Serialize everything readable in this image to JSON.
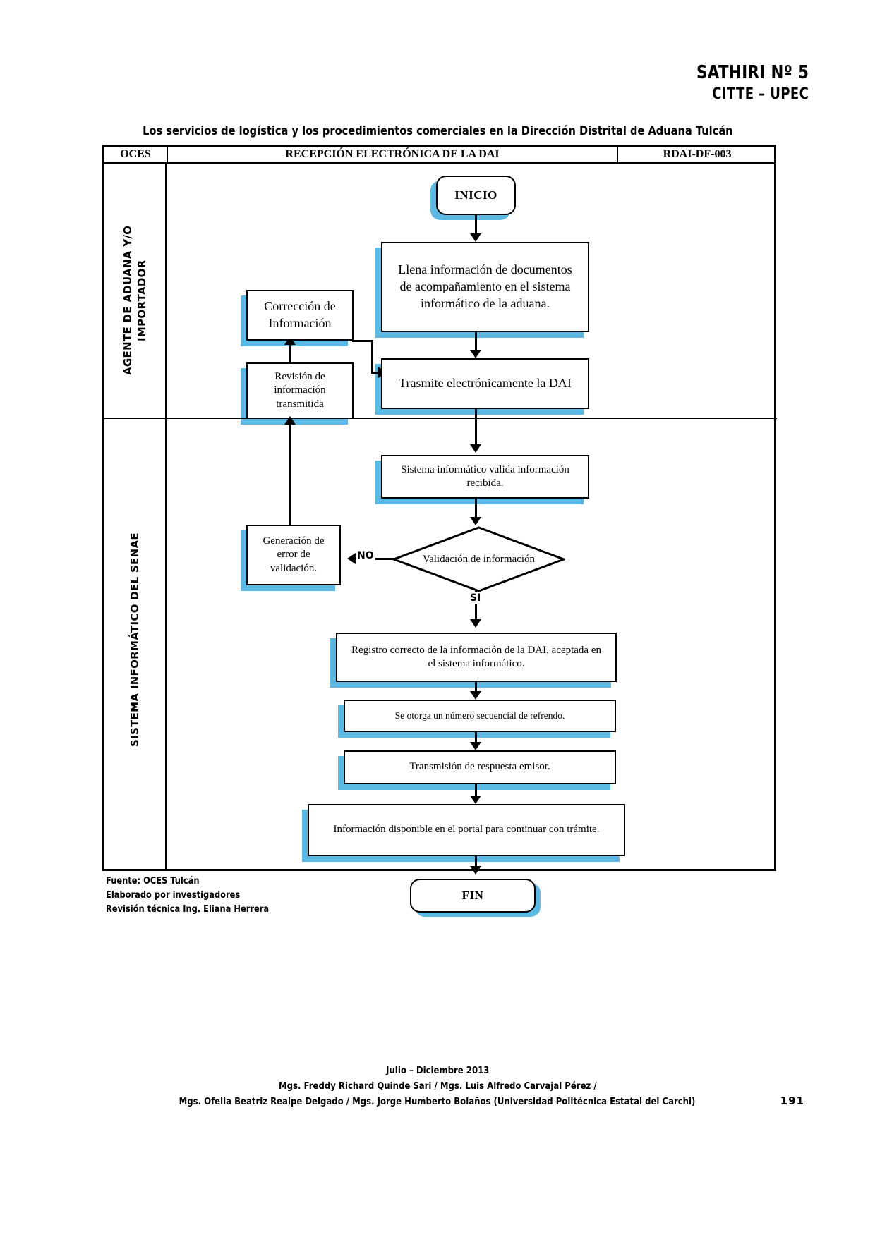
{
  "header": {
    "journal": "SATHIRI Nº 5",
    "institution": "CITTE – UPEC"
  },
  "document_title": "Los servicios de logística y los procedimientos comerciales en la Dirección Distrital de Aduana Tulcán",
  "table_header": {
    "org": "OCES",
    "process": "RECEPCIÓN  ELECTRÓNICA  DE LA DAI",
    "code": "RDAI-DF-003"
  },
  "lanes": [
    {
      "label": "AGENTE DE ADUANA Y/O\nIMPORTADOR"
    },
    {
      "label": "SISTEMA INFORMÁTICO  DEL SENAE"
    }
  ],
  "flow": {
    "nodes": [
      {
        "id": "inicio",
        "type": "terminator",
        "text": "INICIO"
      },
      {
        "id": "llena",
        "type": "process",
        "text": "Llena información de documentos de acompañamiento en el sistema informático de la aduana."
      },
      {
        "id": "correccion",
        "type": "process",
        "text": "Corrección   de Información"
      },
      {
        "id": "trasmite",
        "type": "process",
        "text": "Trasmite electrónicamente la DAI"
      },
      {
        "id": "revision",
        "type": "process",
        "text": "Revisión de información transmitida"
      },
      {
        "id": "valida",
        "type": "process",
        "text": "Sistema informático  valida información  recibida."
      },
      {
        "id": "decision",
        "type": "decision",
        "text": "Validación  de información"
      },
      {
        "id": "error",
        "type": "process",
        "text": "Generación de error de validación."
      },
      {
        "id": "registro",
        "type": "process",
        "text": "Registro correcto   de la información  de la DAI, aceptada  en el sistema informático."
      },
      {
        "id": "refrendo",
        "type": "process",
        "text": "Se otorga un número secuencial de refrendo."
      },
      {
        "id": "transmision",
        "type": "process",
        "text": "Transmisión de respuesta emisor."
      },
      {
        "id": "portal",
        "type": "process",
        "text": "Información disponible en el portal  para continuar con  trámite."
      },
      {
        "id": "fin",
        "type": "terminator",
        "text": "FIN"
      }
    ],
    "edge_labels": {
      "no": "NO",
      "si": "SI"
    },
    "shadow_color": "#5CB9E3"
  },
  "notes": [
    "Fuente:  OCES Tulcán",
    "Elaborado  por investigadores",
    "Revisión   técnica  Ing. Eliana  Herrera"
  ],
  "page_footer": {
    "period": "Julio  –  Diciembre  2013",
    "authors_line1": "Mgs. Freddy  Richard  Quinde  Sari / Mgs. Luis Alfredo  Carvajal  Pérez /",
    "authors_line2": "Mgs. Ofelia  Beatriz  Realpe  Delgado  / Mgs. Jorge  Humberto  Bolaños  (Universidad  Politécnica  Estatal  del Carchi)",
    "page_number": "191"
  }
}
